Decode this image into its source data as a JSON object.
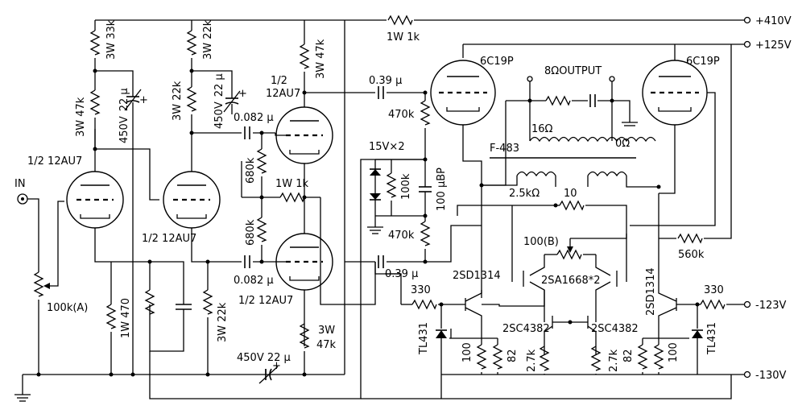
{
  "rails": {
    "v410": "+410V",
    "v125": "+125V",
    "vneg123": "-123V",
    "vneg130": "-130V"
  },
  "input": {
    "label": "IN"
  },
  "tubes": {
    "v1_line1": "1/2 12AU7",
    "v2_line1": "1/2 12AU7",
    "v3_line1": "1/2",
    "v3_line2": "12AU7",
    "v4_line1": "1/2 12AU7",
    "out_left": "6C19P",
    "out_right": "6C19P"
  },
  "resistors": {
    "r_33k": "3W 33k",
    "r_47k_v1": "3W 47k",
    "r_22k_top": "3W 22k",
    "r_22k_mid": "3W 22k",
    "r_47k_v3": "3W 47k",
    "r_1k_top": "1W 1k",
    "r_680k_a": "680k",
    "r_1k_mid": "1W 1k",
    "r_680k_b": "680k",
    "r_470": "1W 470",
    "r_22k_bot": "3W 22k",
    "r_3w": "3W",
    "r_47k_bot": "47k",
    "r_470k_a": "470k",
    "r_100k": "100k",
    "r_470k_b": "470k",
    "r_10": "10",
    "r_100b": "100(B)",
    "r_560k": "560k",
    "r_330_l": "330",
    "r_330_r": "330",
    "r_100_l": "100",
    "r_82_l": "82",
    "r_27k_l": "2.7k",
    "r_27k_r": "2.7k",
    "r_82_r": "82",
    "r_100_r": "100",
    "pot_100kA": "100k(A)"
  },
  "capacitors": {
    "c_22u_a_v": "450V",
    "c_22u_a_u": "22 μ",
    "c_22u_b_v": "450V",
    "c_22u_b_u": "22 μ",
    "c_082_top": "0.082 μ",
    "c_082_bot": "0.082 μ",
    "c_039_top": "0.39 μ",
    "c_039_bot": "0.39 μ",
    "c_100u": "100 μBP",
    "c_22u_bot": "450V 22 μ"
  },
  "semis": {
    "zener": "15V×2",
    "q_2sa1668": "2SA1668*2",
    "q_2sc4382_l": "2SC4382",
    "q_2sc4382_r": "2SC4382",
    "q_2sd1314_l": "2SD1314",
    "q_2sd1314_r": "2SD1314",
    "tl431_l": "TL431",
    "tl431_r": "TL431"
  },
  "transformer": {
    "output_label": "8ΩOUTPUT",
    "tap_16": "16Ω",
    "tap_0": "0Ω",
    "model": "F-483",
    "primary": "2.5kΩ"
  }
}
